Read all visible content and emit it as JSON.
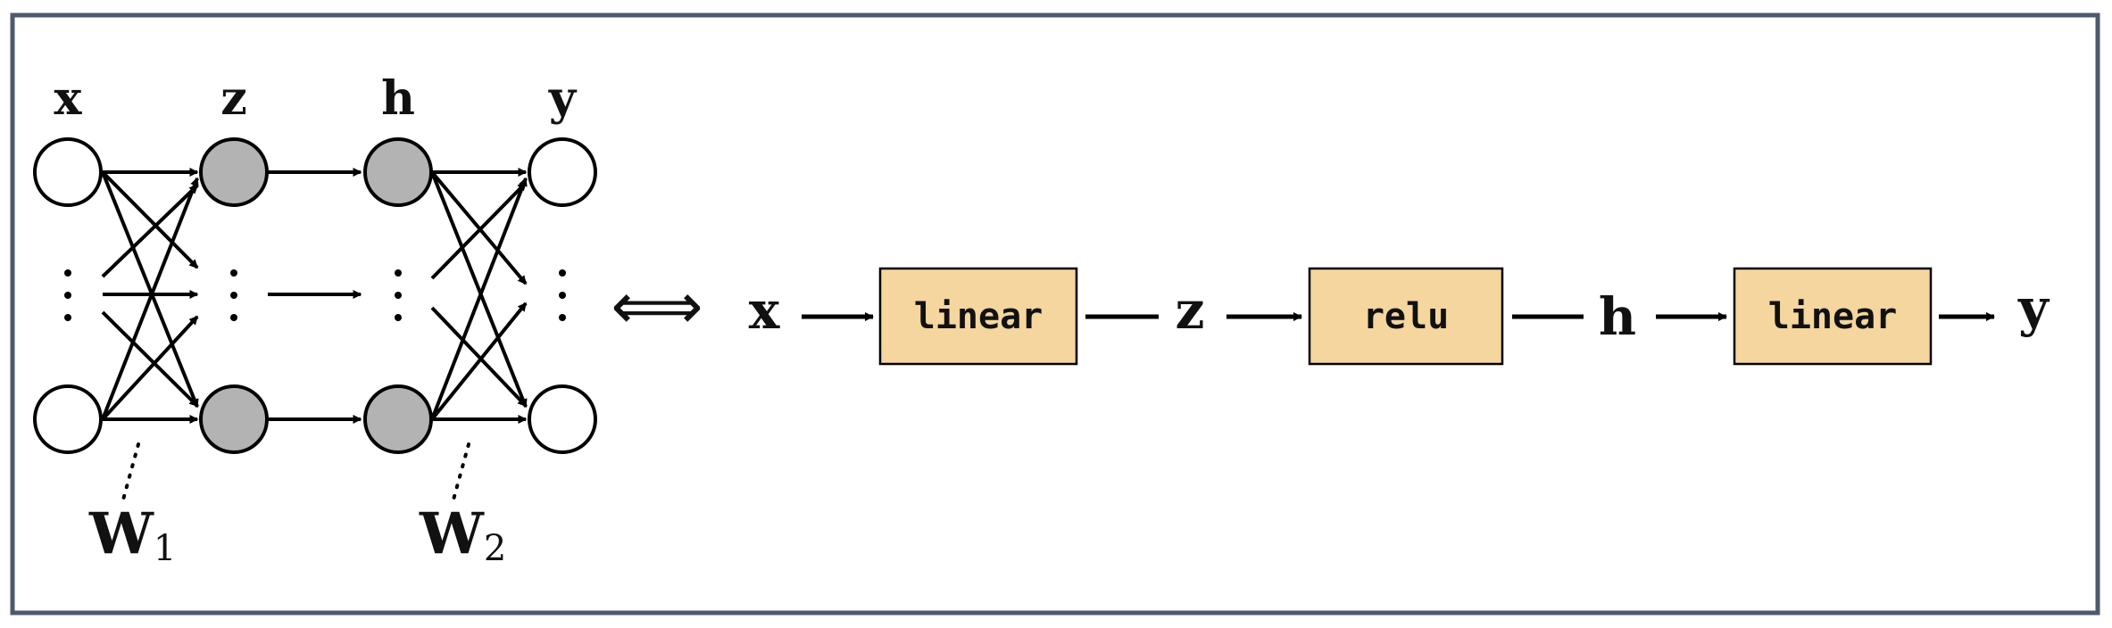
{
  "network": {
    "layers": [
      {
        "label": "x",
        "filled": false
      },
      {
        "label": "z",
        "filled": true
      },
      {
        "label": "h",
        "filled": true
      },
      {
        "label": "y",
        "filled": false
      }
    ],
    "weights": [
      {
        "symbol": "W",
        "subscript": "1"
      },
      {
        "symbol": "W",
        "subscript": "2"
      }
    ]
  },
  "equivalence_symbol": "⟺",
  "pipeline": {
    "nodes": [
      "x",
      "z",
      "h",
      "y"
    ],
    "ops": [
      "linear",
      "relu",
      "linear"
    ]
  },
  "colors": {
    "frame": "#4d5a6b",
    "node_fill_hidden": "#b3b3b3",
    "node_fill_io": "#ffffff",
    "op_fill": "#f4d69e",
    "stroke": "#000000"
  }
}
